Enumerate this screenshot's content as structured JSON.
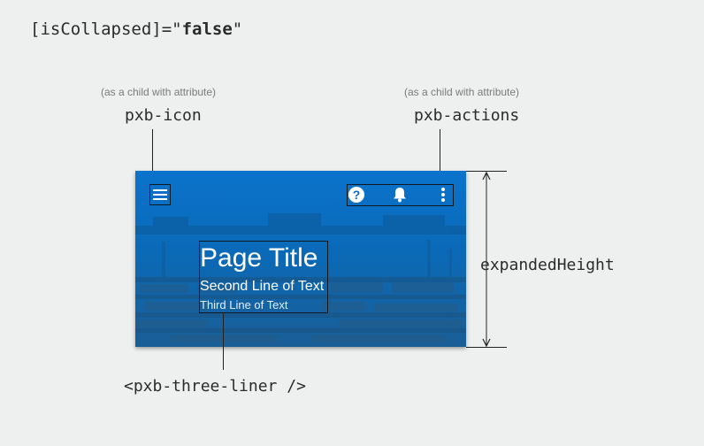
{
  "title": {
    "prefix": "[isCollapsed]=\"",
    "value": "false",
    "suffix": "\""
  },
  "callouts": {
    "icon": {
      "note": "(as a child with attribute)",
      "label": "pxb-icon"
    },
    "actions": {
      "note": "(as a child with attribute)",
      "label": "pxb-actions"
    },
    "three_liner": {
      "label": "<pxb-three-liner />"
    },
    "height": {
      "label": "expandedHeight"
    }
  },
  "header": {
    "title": "Page Title",
    "subtitle": "Second Line of Text",
    "info": "Third Line of Text",
    "nav_icon": "menu-icon",
    "action_icons": [
      "help-icon",
      "bell-icon",
      "more-vert-icon"
    ],
    "colors": {
      "primary": "#0a6bc0",
      "text": "#ffffff"
    }
  }
}
